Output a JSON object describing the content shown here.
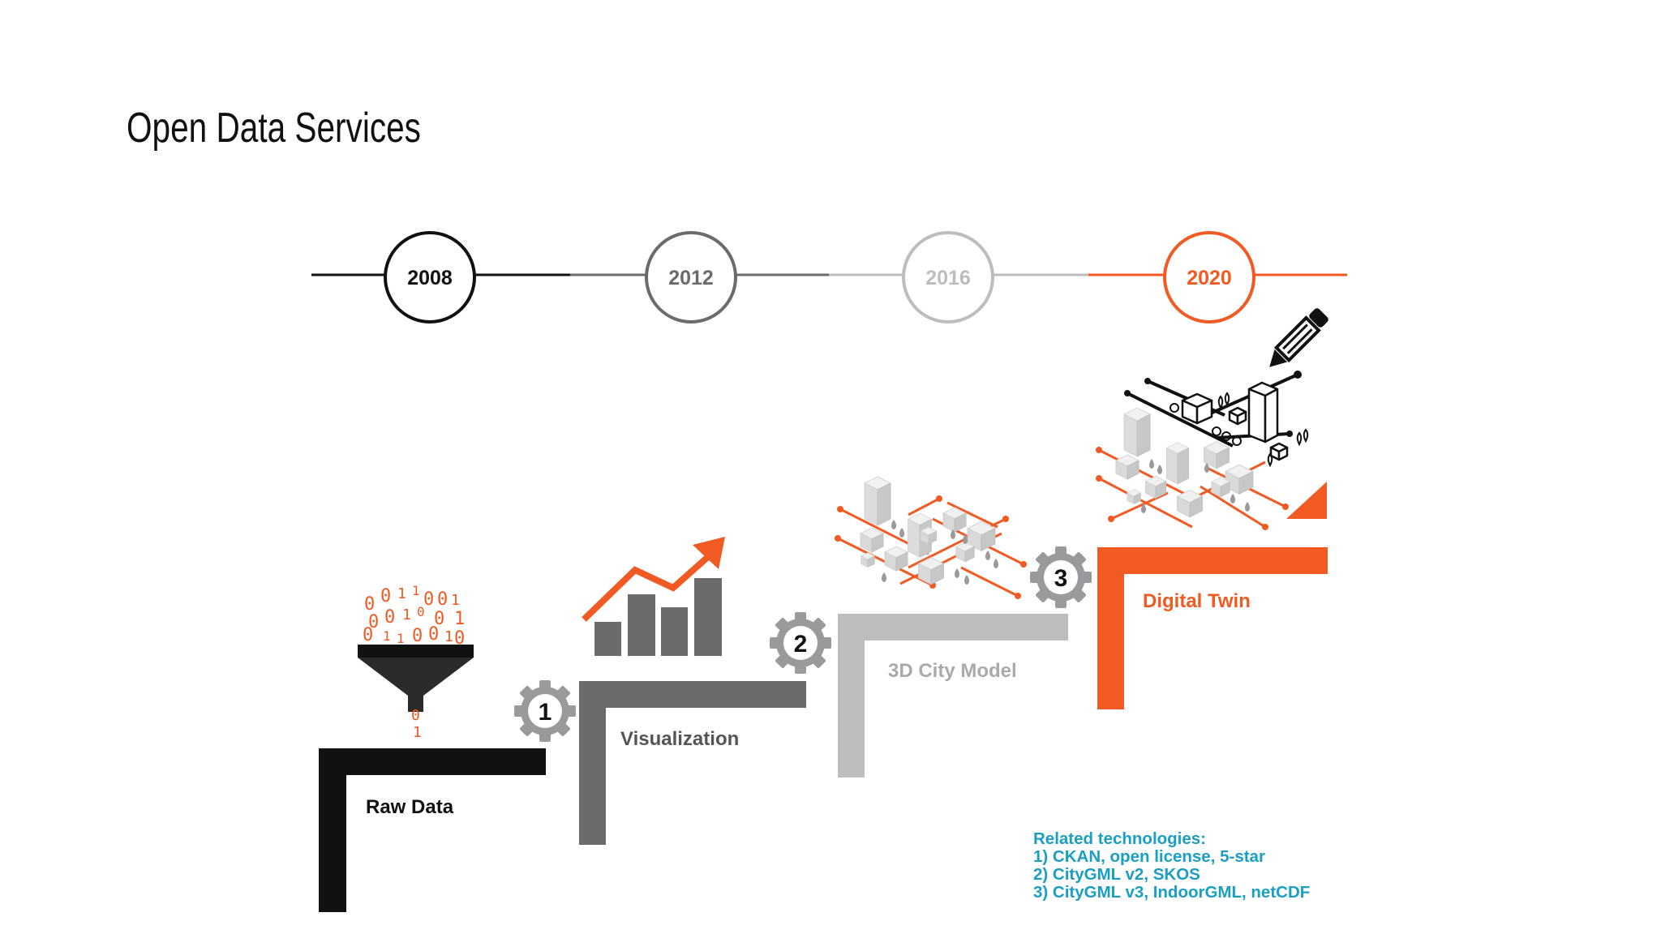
{
  "title": "Open Data Services",
  "timeline": [
    {
      "year": "2008",
      "color": "#111111"
    },
    {
      "year": "2012",
      "color": "#6b6b6d"
    },
    {
      "year": "2016",
      "color": "#bdbdbd"
    },
    {
      "year": "2020",
      "color": "#f15a22"
    }
  ],
  "steps": [
    {
      "label": "Raw Data",
      "color": "#111111",
      "label_color": "#111111",
      "icon": "funnel-icon"
    },
    {
      "label": "Visualization",
      "color": "#6b6b6d",
      "label_color": "#555555",
      "icon": "bar-chart-trend-icon"
    },
    {
      "label": "3D City Model",
      "color": "#bdbdbd",
      "label_color": "#aaaaaa",
      "icon": "city-model-icon"
    },
    {
      "label": "Digital Twin",
      "color": "#f15a22",
      "label_color": "#f15a22",
      "icon": "digital-twin-icon"
    }
  ],
  "gears": [
    "1",
    "2",
    "3"
  ],
  "binary_digits": [
    "0",
    "0",
    "1",
    "1",
    "0",
    "0",
    "1",
    "0",
    "0",
    "1",
    "0",
    "0",
    "1",
    "0",
    "1",
    "1",
    "0",
    "0",
    "1",
    "0",
    "0",
    "1"
  ],
  "technologies": {
    "heading": "Related technologies:",
    "items": [
      "1) CKAN, open license, 5-star",
      "2) CityGML v2, SKOS",
      "3) CityGML v3, IndoorGML, netCDF"
    ]
  },
  "accent_color": "#f15a22",
  "tech_color": "#1a9fc4"
}
